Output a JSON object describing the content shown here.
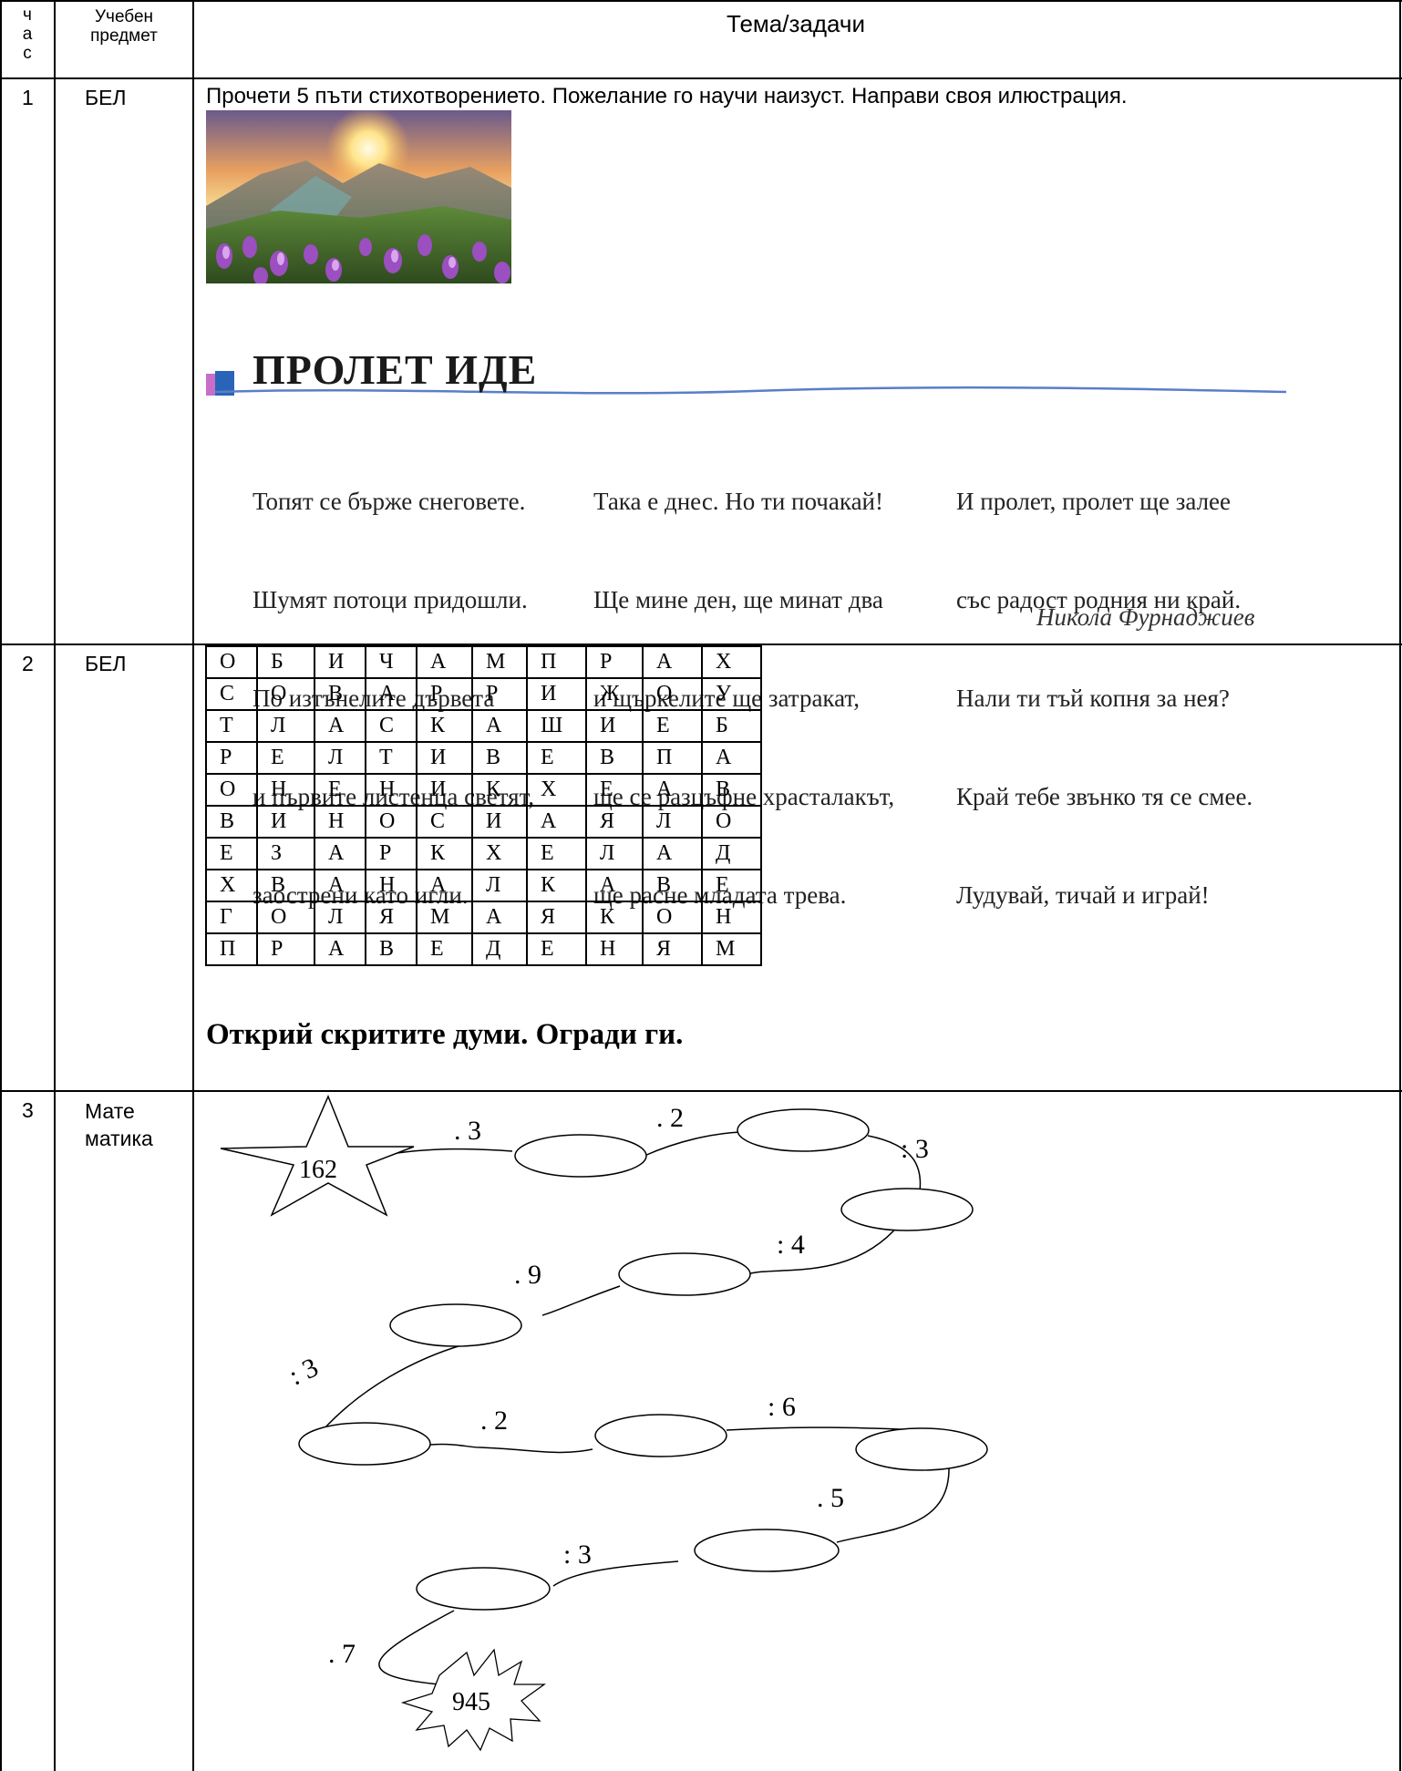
{
  "table": {
    "header": {
      "hour": "ч\nа\nс",
      "subject": "Учебен\nпредмет",
      "topic": "Тема/задачи"
    },
    "rows": [
      {
        "hour": "1",
        "subject": "БЕЛ"
      },
      {
        "hour": "2",
        "subject": "БЕЛ"
      },
      {
        "hour": "3",
        "subject": "Мате\nматика"
      }
    ]
  },
  "lesson1": {
    "instruction": "Прочети 5 пъти стихотворението. Пожелание го научи наизуст. Направи своя илюстрация.",
    "poem": {
      "title": "ПРОЛЕТ ИДЕ",
      "col1": [
        "Топят се бърже снеговете.",
        "Шумят потоци придошли.",
        "По изтънелите дървета",
        "и първите листенца светят,",
        "заострени като игли."
      ],
      "col2": [
        "Така е днес. Но ти почакай!",
        "Ще мине ден, ще минат два",
        "и щъркелите ще затракат,",
        "ще се разцъфне храсталакът,",
        "ще расне младата трева."
      ],
      "col3": [
        "И пролет, пролет ще залее",
        "със радост родния ни край.",
        "Нали ти тъй копня за нея?",
        "Край тебе звънко тя се смее.",
        "Лудувай, тичай и играй!"
      ],
      "author": "Никола Фурнаджиев"
    }
  },
  "lesson2": {
    "grid": [
      [
        "О",
        "Б",
        "И",
        "Ч",
        "А",
        "М",
        "П",
        "Р",
        "А",
        "Х"
      ],
      [
        "С",
        "О",
        "В",
        "А",
        "Р",
        "Р",
        "И",
        "Ж",
        "О",
        "У"
      ],
      [
        "Т",
        "Л",
        "А",
        "С",
        "К",
        "А",
        "Ш",
        "И",
        "Е",
        "Б"
      ],
      [
        "Р",
        "Е",
        "Л",
        "Т",
        "И",
        "В",
        "Е",
        "В",
        "П",
        "А"
      ],
      [
        "О",
        "Н",
        "Е",
        "Н",
        "И",
        "К",
        "Х",
        "Е",
        "А",
        "В"
      ],
      [
        "В",
        "И",
        "Н",
        "О",
        "С",
        "И",
        "А",
        "Я",
        "Л",
        "О"
      ],
      [
        "Е",
        "З",
        "А",
        "Р",
        "К",
        "Х",
        "Е",
        "Л",
        "А",
        "Д"
      ],
      [
        "Х",
        "В",
        "А",
        "Н",
        "А",
        "Л",
        "К",
        "А",
        "В",
        "Е"
      ],
      [
        "Г",
        "О",
        "Л",
        "Я",
        "М",
        "А",
        "Я",
        "К",
        "О",
        "Н"
      ],
      [
        "П",
        "Р",
        "А",
        "В",
        "Е",
        "Д",
        "Е",
        "Н",
        "Я",
        "М"
      ]
    ],
    "caption": "Открий скритите думи. Огради ги."
  },
  "lesson3": {
    "start": "162",
    "end": "945",
    "operations": [
      ". 3",
      ". 2",
      ": 3",
      ": 4",
      ". 9",
      ": 3",
      ". 2",
      ": 6",
      ". 5",
      ": 3",
      ". 7"
    ]
  }
}
